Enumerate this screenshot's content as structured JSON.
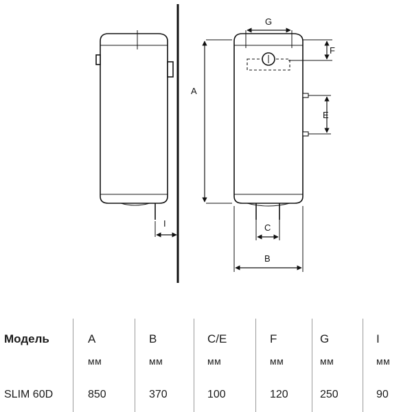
{
  "diagram": {
    "dim_labels": {
      "A": "A",
      "B": "B",
      "C": "C",
      "E": "E",
      "F": "F",
      "G": "G",
      "I": "I"
    }
  },
  "table": {
    "model_header": "Модель",
    "columns": [
      {
        "header": "A",
        "unit": "мм",
        "value": "850"
      },
      {
        "header": "B",
        "unit": "мм",
        "value": "370"
      },
      {
        "header": "C/E",
        "unit": "мм",
        "value": "100"
      },
      {
        "header": "F",
        "unit": "мм",
        "value": "120"
      },
      {
        "header": "G",
        "unit": "мм",
        "value": "250"
      },
      {
        "header": "I",
        "unit": "мм",
        "value": "90"
      }
    ],
    "model_value": "SLIM 60D"
  }
}
